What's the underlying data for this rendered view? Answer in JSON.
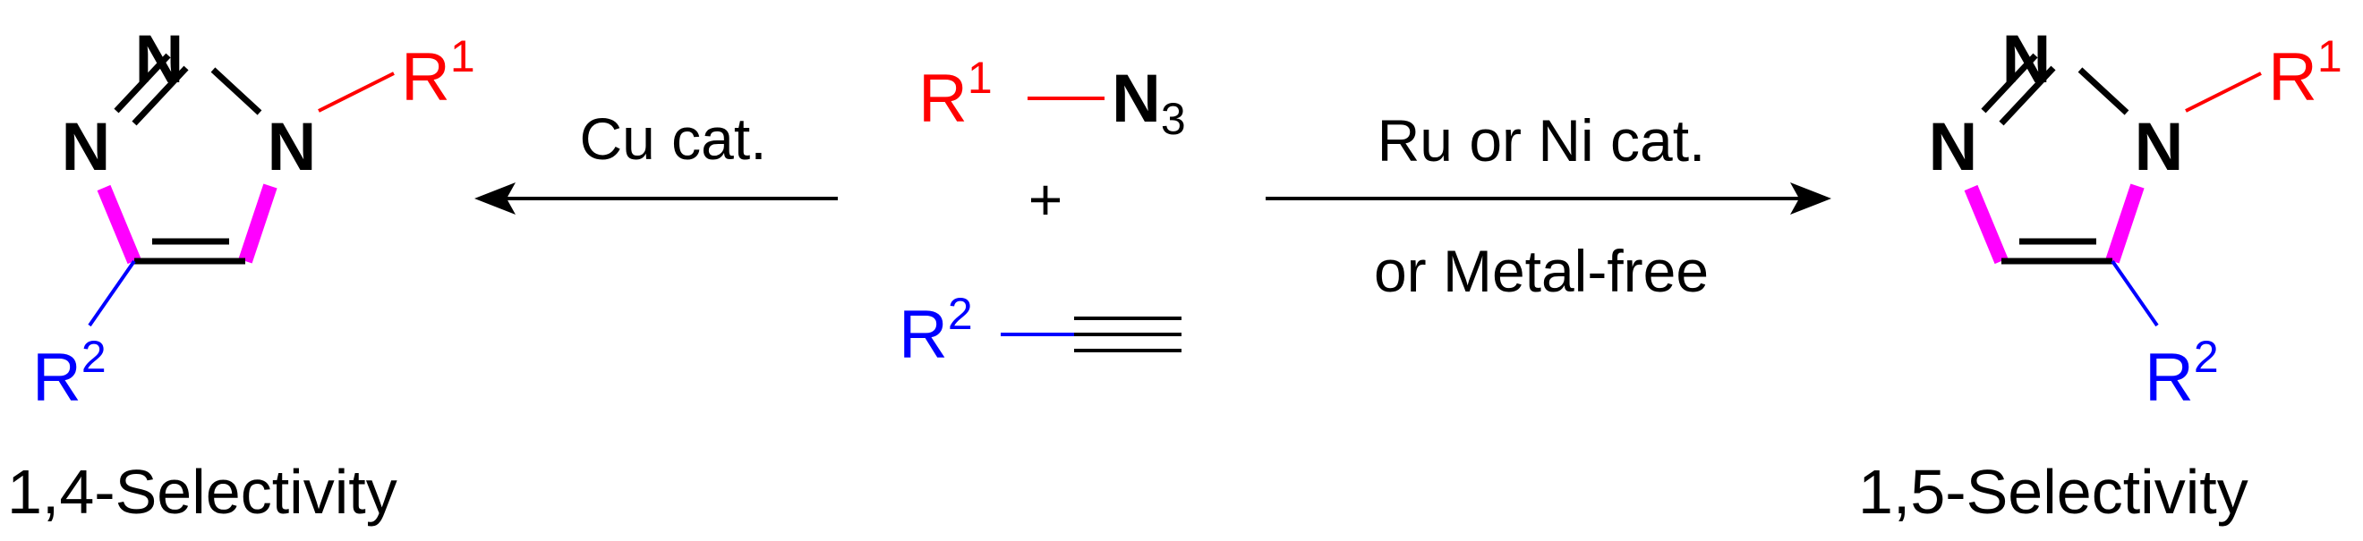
{
  "colors": {
    "r1": "#ff0000",
    "r2": "#0000ff",
    "highlight": "#ff00ff",
    "ink": "#000000"
  },
  "atoms": {
    "nitrogen": "N",
    "r1_base": "R",
    "r1_sup": "1",
    "r2_base": "R",
    "r2_sup": "2",
    "azide_base": "N",
    "azide_sub": "3"
  },
  "reagents": {
    "plus": "+"
  },
  "conditions": {
    "left": "Cu cat.",
    "right_top": "Ru or Ni cat.",
    "right_bottom": "or Metal-free"
  },
  "products": {
    "left_label": "1,4-Selectivity",
    "right_label": "1,5-Selectivity"
  }
}
